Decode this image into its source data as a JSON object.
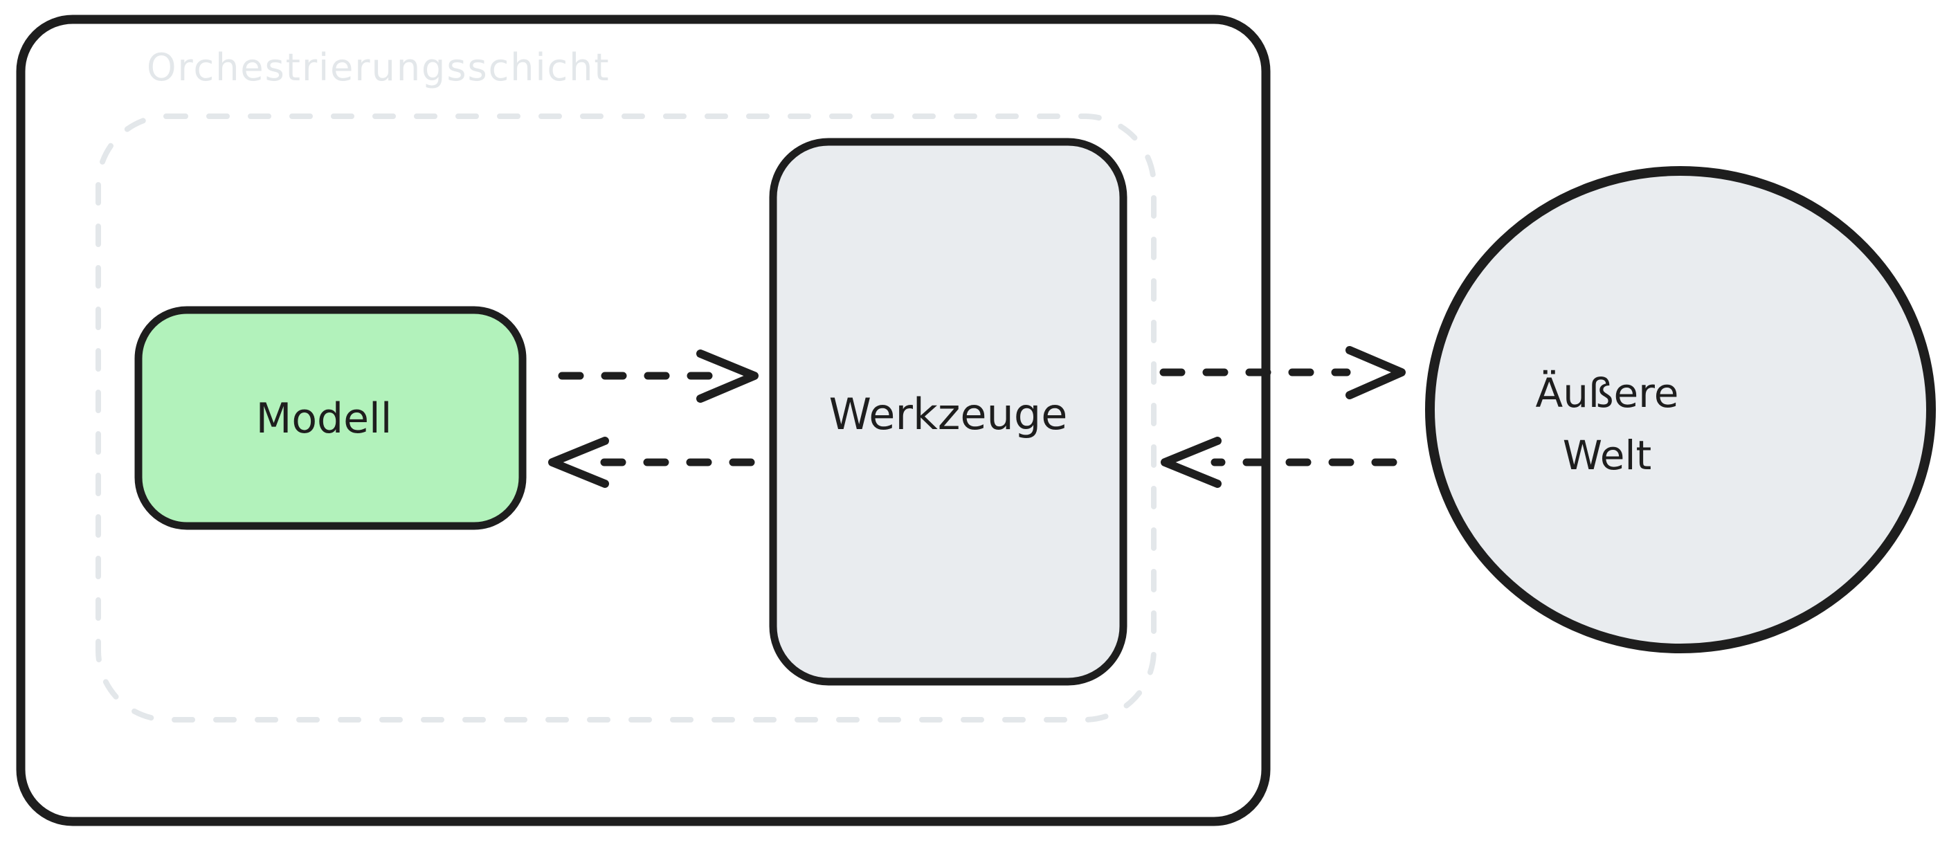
{
  "diagram": {
    "title": "Orchestrierungsschicht",
    "orchestration_layer": {
      "label": "Orchestrierungsschicht"
    },
    "nodes": {
      "model": {
        "label": "Modell",
        "fill": "#b2f2bb",
        "shape": "rounded-rectangle"
      },
      "tools": {
        "label": "Werkzeuge",
        "fill": "#e9ecef",
        "shape": "rounded-rectangle"
      },
      "outer_world": {
        "label_line1": "Äußere",
        "label_line2": "Welt",
        "fill": "#e9ecef",
        "shape": "circle"
      }
    },
    "edges": [
      {
        "id": "model-to-tools",
        "from": "Modell",
        "to": "Werkzeuge",
        "style": "dashed",
        "arrow": "right"
      },
      {
        "id": "tools-to-model",
        "from": "Werkzeuge",
        "to": "Modell",
        "style": "dashed",
        "arrow": "left"
      },
      {
        "id": "tools-to-world",
        "from": "Werkzeuge",
        "to": "Äußere Welt",
        "style": "dashed",
        "arrow": "right"
      },
      {
        "id": "world-to-tools",
        "from": "Äußere Welt",
        "to": "Werkzeuge",
        "style": "dashed",
        "arrow": "left"
      }
    ],
    "colors": {
      "stroke": "#1e1e1e",
      "layer_muted": "#e3e7ea",
      "model_fill": "#b2f2bb",
      "neutral_fill": "#e9ecef",
      "background": "#ffffff"
    }
  }
}
